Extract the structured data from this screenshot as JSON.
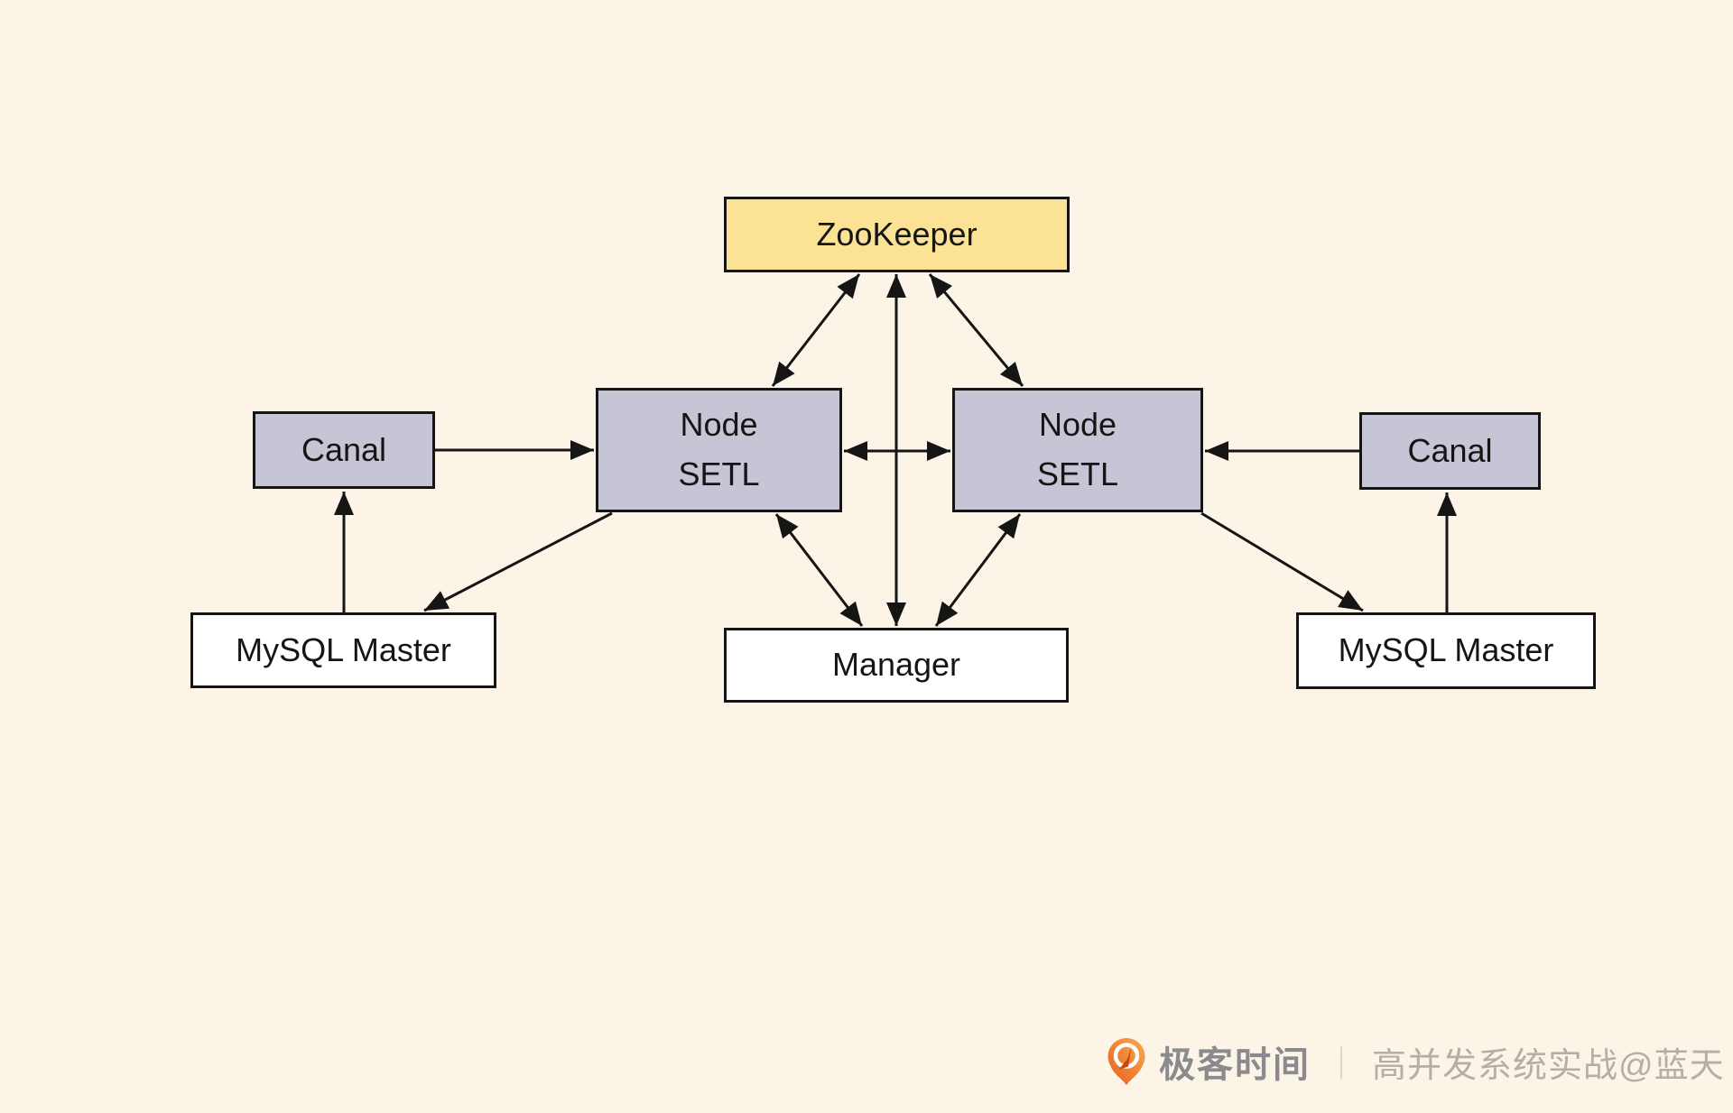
{
  "diagram": {
    "nodes": {
      "zookeeper": {
        "label": "ZooKeeper",
        "fill": "#FCE295"
      },
      "node_setl_left": {
        "line1": "Node",
        "line2": "SETL",
        "fill": "#C6C5D5"
      },
      "node_setl_right": {
        "line1": "Node",
        "line2": "SETL",
        "fill": "#C6C5D5"
      },
      "canal_left": {
        "label": "Canal",
        "fill": "#C6C5D5"
      },
      "canal_right": {
        "label": "Canal",
        "fill": "#C6C5D5"
      },
      "mysql_master_left": {
        "label": "MySQL Master",
        "fill": "#FFFFFF"
      },
      "mysql_master_right": {
        "label": "MySQL Master",
        "fill": "#FFFFFF"
      },
      "manager": {
        "label": "Manager",
        "fill": "#FFFFFF"
      }
    },
    "edges": [
      {
        "from": "zookeeper",
        "to": "node_setl_left",
        "bidirectional": true
      },
      {
        "from": "zookeeper",
        "to": "node_setl_right",
        "bidirectional": true
      },
      {
        "from": "zookeeper",
        "to": "manager",
        "bidirectional": true
      },
      {
        "from": "canal_left",
        "to": "node_setl_left",
        "bidirectional": false
      },
      {
        "from": "canal_right",
        "to": "node_setl_right",
        "bidirectional": false
      },
      {
        "from": "node_setl_left",
        "to": "node_setl_right",
        "bidirectional": true
      },
      {
        "from": "node_setl_left",
        "to": "manager",
        "bidirectional": true
      },
      {
        "from": "node_setl_right",
        "to": "manager",
        "bidirectional": true
      },
      {
        "from": "node_setl_left",
        "to": "mysql_master_left",
        "bidirectional": false
      },
      {
        "from": "mysql_master_left",
        "to": "canal_left",
        "bidirectional": false
      },
      {
        "from": "node_setl_right",
        "to": "mysql_master_right",
        "bidirectional": false
      },
      {
        "from": "mysql_master_right",
        "to": "canal_right",
        "bidirectional": false
      }
    ],
    "colors": {
      "background": "#FCF5E7",
      "border": "#151515",
      "arrow": "#151515"
    }
  },
  "watermark": {
    "brand": "极客时间",
    "separator": "｜",
    "credit": "高并发系统实战@蓝天",
    "logo_icon": "geektime-pin-icon",
    "logo_colors": {
      "gradient_start": "#F8AC50",
      "gradient_end": "#E75D20",
      "inner": "#C04A10"
    }
  }
}
